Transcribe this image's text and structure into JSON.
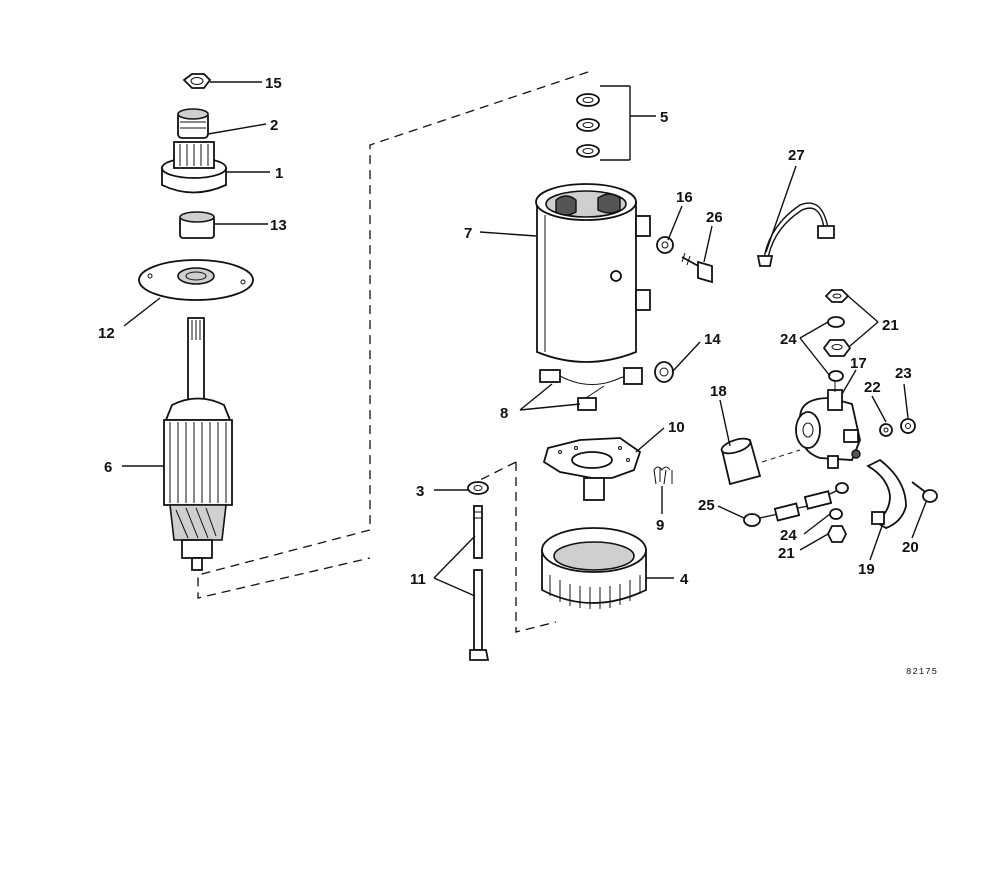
{
  "diagram": {
    "labels": {
      "l1": "1",
      "l2": "2",
      "l3": "3",
      "l4": "4",
      "l5": "5",
      "l6": "6",
      "l7": "7",
      "l8": "8",
      "l9": "9",
      "l10": "10",
      "l11": "11",
      "l12": "12",
      "l13": "13",
      "l14": "14",
      "l15": "15",
      "l16": "16",
      "l17": "17",
      "l18": "18",
      "l19": "19",
      "l20": "20",
      "l21a": "21",
      "l21b": "21",
      "l22": "22",
      "l23": "23",
      "l24a": "24",
      "l24b": "24",
      "l25": "25",
      "l26": "26",
      "l27": "27"
    },
    "figure_code": "82175"
  }
}
